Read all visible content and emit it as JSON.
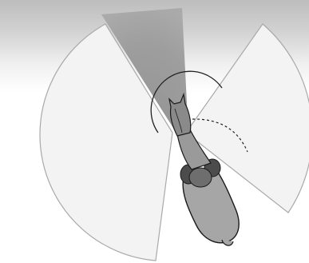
{
  "figure": {
    "subject": "animal-visual-field",
    "colors": {
      "background_top": "#c9c9c9",
      "paper": "#ffffff",
      "monocular_fill": "#f4f4f4",
      "binocular_fill": "#8e8e8e",
      "field_outline": "#a9a9a9",
      "arc_stroke": "#222222",
      "animal_body": "#a7a7a7",
      "animal_outline": "#1a1a1a",
      "animal_shoulders": "#4c4c4c"
    },
    "elements": {
      "left_field": "left-monocular-field",
      "right_field": "right-monocular-field",
      "binocular_cone": "binocular-field",
      "head_arc": "head-rotation-arc",
      "head_arc_dashed": "head-rotation-path",
      "animal": "animal-top-view"
    }
  }
}
